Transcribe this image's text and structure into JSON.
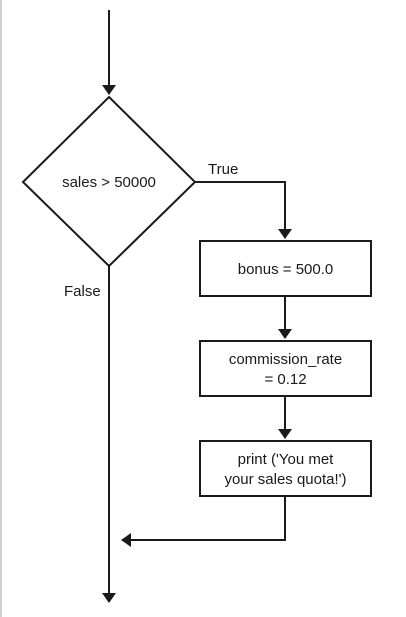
{
  "diagram": {
    "decision": {
      "label": "sales > 50000"
    },
    "branches": {
      "true_label": "True",
      "false_label": "False"
    },
    "steps": [
      {
        "lines": [
          "bonus = 500.0"
        ]
      },
      {
        "lines": [
          "commission_rate",
          "= 0.12"
        ]
      },
      {
        "lines": [
          "print ('You met",
          "your sales quota!')"
        ]
      }
    ]
  },
  "colors": {
    "stroke": "#1a1a1a",
    "text": "#1a1a1a",
    "border": "#cfcfcf"
  }
}
